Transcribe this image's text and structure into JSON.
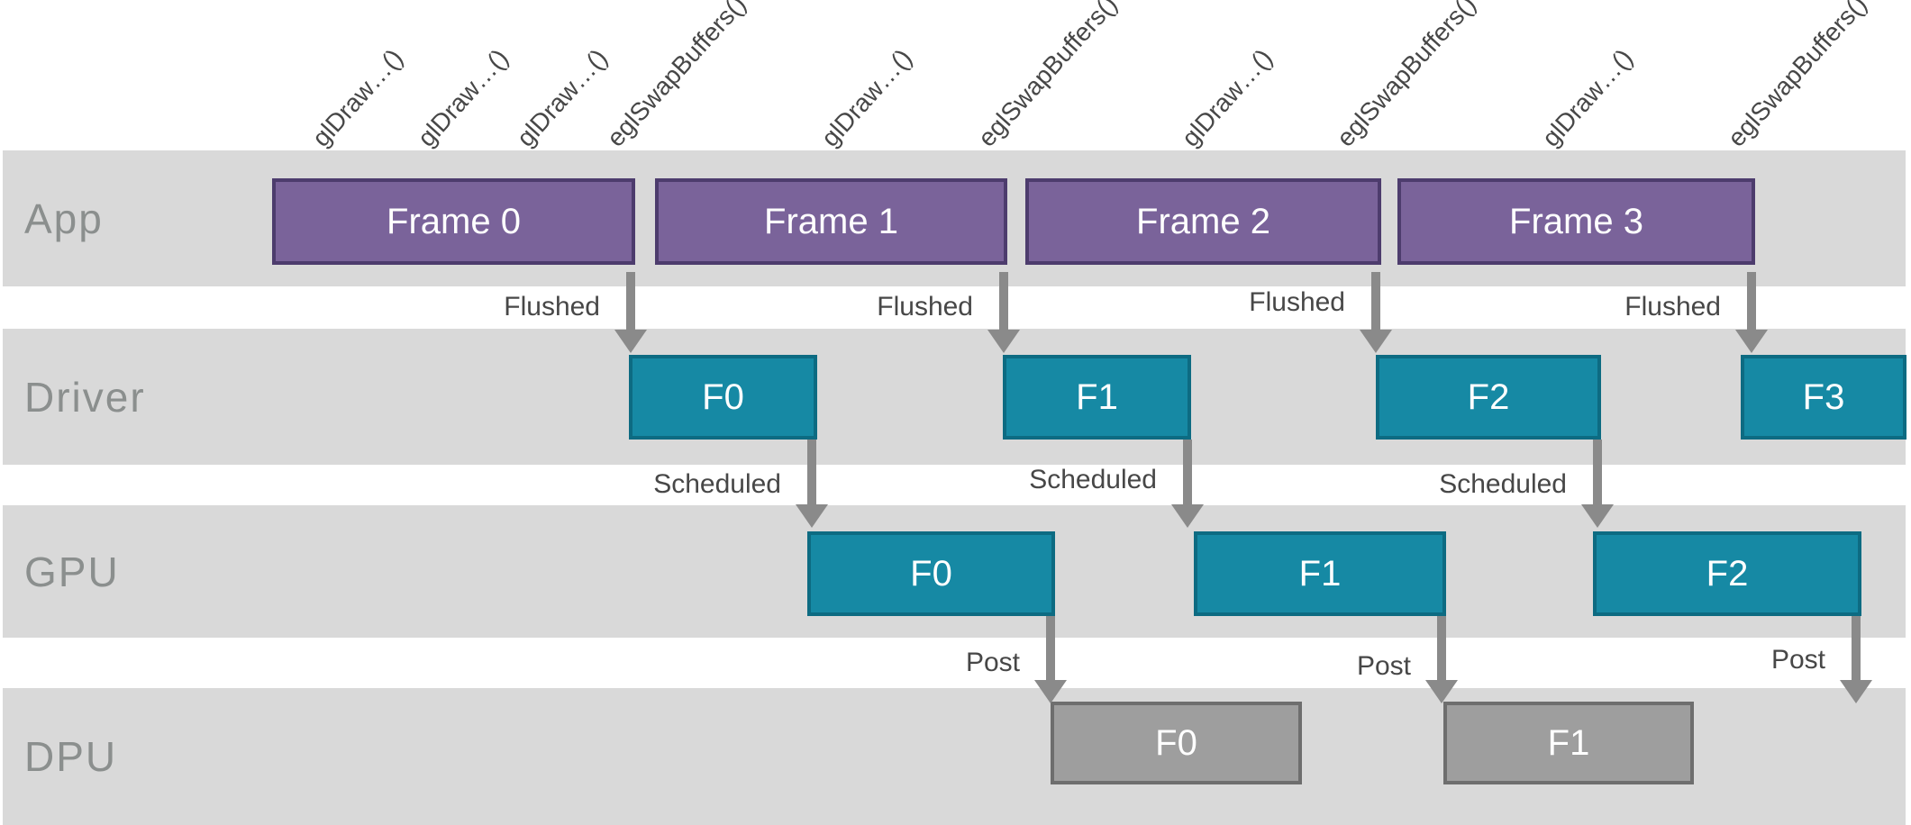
{
  "rows": [
    {
      "label": "App"
    },
    {
      "label": "Driver"
    },
    {
      "label": "GPU"
    },
    {
      "label": "DPU"
    }
  ],
  "api_calls": [
    {
      "text": "glDraw…()"
    },
    {
      "text": "glDraw…()"
    },
    {
      "text": "glDraw…()"
    },
    {
      "text": "eglSwapBuffers()"
    },
    {
      "text": "glDraw…()"
    },
    {
      "text": "eglSwapBuffers()"
    },
    {
      "text": "glDraw…()"
    },
    {
      "text": "eglSwapBuffers()"
    },
    {
      "text": "glDraw…()"
    },
    {
      "text": "eglSwapBuffers()"
    }
  ],
  "app_frames": [
    {
      "label": "Frame 0"
    },
    {
      "label": "Frame 1"
    },
    {
      "label": "Frame 2"
    },
    {
      "label": "Frame 3"
    }
  ],
  "driver_boxes": [
    {
      "label": "F0"
    },
    {
      "label": "F1"
    },
    {
      "label": "F2"
    },
    {
      "label": "F3"
    }
  ],
  "gpu_boxes": [
    {
      "label": "F0"
    },
    {
      "label": "F1"
    },
    {
      "label": "F2"
    }
  ],
  "dpu_boxes": [
    {
      "label": "F0"
    },
    {
      "label": "F1"
    }
  ],
  "arrow_labels": {
    "flushed": "Flushed",
    "scheduled": "Scheduled",
    "post": "Post"
  },
  "colors": {
    "band": "#d9d9d9",
    "app_frame_fill": "#7a639a",
    "app_frame_border": "#4d3c6d",
    "queue_fill": "#1689a4",
    "queue_border": "#0d6b82",
    "dpu_fill": "#9e9e9e",
    "dpu_border": "#6e6e6e",
    "arrow": "#8a8a8a",
    "flow_label_text": "#474747",
    "row_label_text": "#8b8f8e"
  }
}
